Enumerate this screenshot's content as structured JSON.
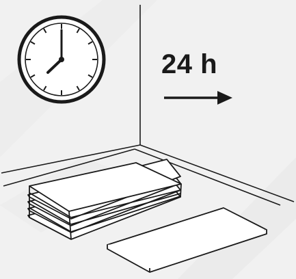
{
  "instruction": {
    "duration_text": "24 h",
    "ink_color": "#1a1a1a",
    "background_color": "#f1f1f1",
    "icons": {
      "clock": "wall-clock-icon",
      "arrow": "right-arrow-icon",
      "stack": "stacked-panels",
      "panel": "single-panel"
    },
    "clock_time": "7:00"
  }
}
